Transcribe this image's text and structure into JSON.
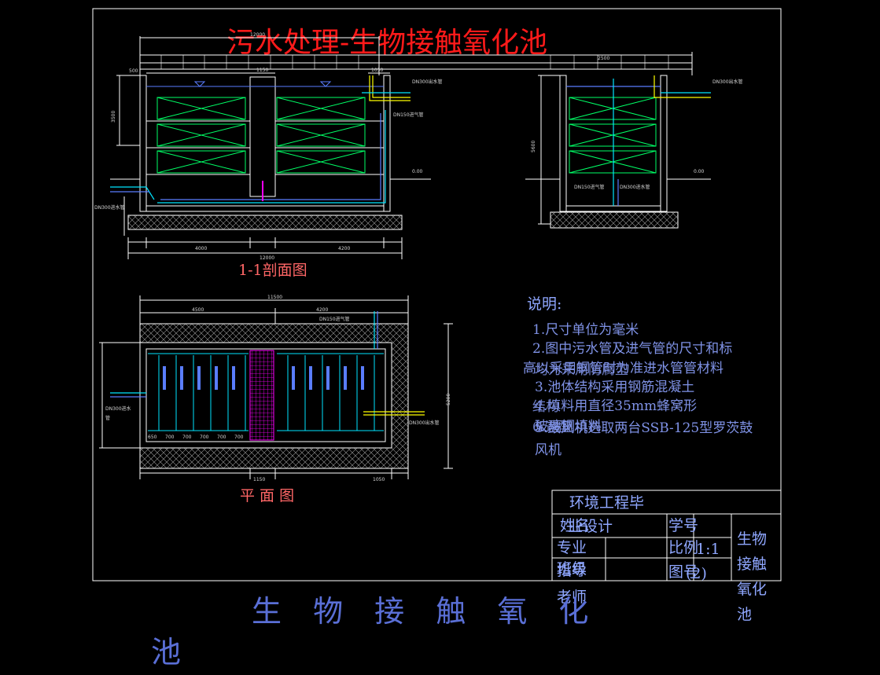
{
  "title": "污水处理-生物接触氧化池",
  "section_title": "1-1剖面图",
  "plan_title": "平 面 图",
  "labels": {
    "outlet_pipe": "DN300出水管",
    "air_pipe": "DN150进气管",
    "inlet_pipe": "DN300进水管",
    "level_zero": "0.00",
    "outlet_pipe_side": "DN300出水管",
    "air_pipe_side": "DN150进气管",
    "inlet_pipe_side": "DN300进水管",
    "outlet_pipe_plan": "DN300出水管",
    "air_pipe_plan": "DN150进气管",
    "inlet_pipe_plan_a": "DN300进水",
    "inlet_pipe_plan_b": "管"
  },
  "dimensions": {
    "total_width": "12000",
    "left_half": "4000",
    "right_half": "4200",
    "mid_gap": "1150",
    "right_wall": "1050",
    "wall": "500",
    "height": "3500",
    "bottom_total": "12000",
    "side_width": "2500",
    "side_height": "5600",
    "plan_total": "11500",
    "plan_left": "4500",
    "plan_right": "4200",
    "plan_height": "5200",
    "plan_mid": "1150",
    "plan_right_wall": "1050",
    "plan_gaps": [
      "650",
      "700",
      "700",
      "700",
      "700",
      "700"
    ]
  },
  "notes": {
    "heading": "说明:",
    "lines": [
      "1.尺寸单位为毫米",
      "2.图中污水管及进气管的尺寸和标",
      "高以采用钢管时为准进水管管材料",
      "3.池体结构采用钢筋混凝土",
      "4.填料用直径35mm蜂窝形",
      "玻璃钢填料",
      "5.鼓风机选取两台SSB-125型罗茨鼓",
      "风机"
    ],
    "overlap": [
      "均为采用防腐型",
      "结构",
      "6.选型"
    ]
  },
  "title_block": {
    "header": "环境工程毕",
    "header2": "业设计",
    "name": "姓名",
    "major": "专业",
    "class": "班级",
    "advisor": "指导",
    "advisor2": "老师",
    "student_id": "学号",
    "scale_label": "比例",
    "scale": "1:1",
    "drawing_label": "图号",
    "drawing_no": "(2)",
    "drawing_name": [
      "生物",
      "接触",
      "氧化",
      "池"
    ]
  },
  "footer_title": [
    "生 物 接 触 氧 化",
    "池"
  ],
  "colors": {
    "frame": "#ffffff",
    "media": "#00ff66",
    "pipe_cyan": "#00e5ff",
    "pipe_yellow": "#ffff00",
    "pipe_blue": "#5a7dff",
    "magenta": "#ff00ff",
    "red": "#ff1a1a"
  }
}
